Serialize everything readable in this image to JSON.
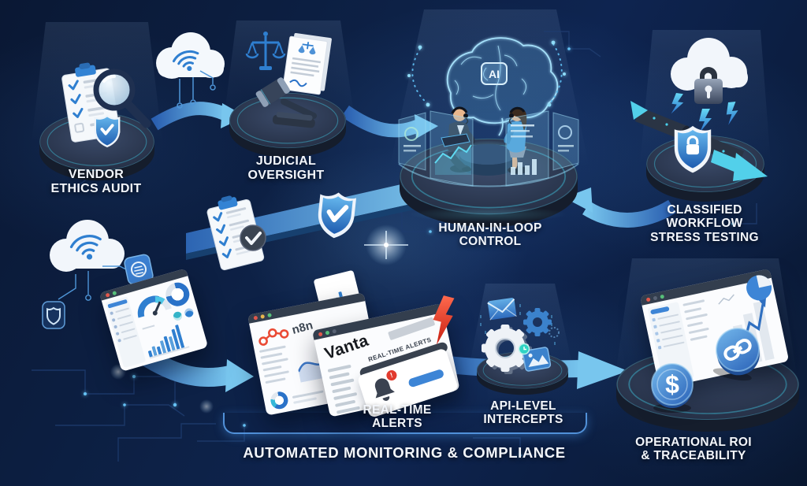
{
  "colors": {
    "background": "#0d2146",
    "accent_blue": "#2f7fd0",
    "cyan": "#4fd4f0",
    "arrow_blue": "#3d85d6",
    "alert_red": "#e23b2e",
    "n8n_logo_red": "#ea4b35",
    "platform_dark": "#28334a",
    "text": "#f3f6fb"
  },
  "stages": {
    "vendor_ethics_audit": {
      "line1": "VENDOR",
      "line2": "ETHICS AUDIT"
    },
    "judicial_oversight": {
      "line1": "JUDICIAL",
      "line2": "OVERSIGHT"
    },
    "human_in_loop": {
      "line1": "HUMAN-IN-LOOP",
      "line2": "CONTROL"
    },
    "classified_stress": {
      "line1": "CLASSIFIED",
      "line2": "WORKFLOW",
      "line3": "STRESS TESTING"
    },
    "real_time_alerts": {
      "line1": "REAL-TIME",
      "line2": "ALERTS"
    },
    "api_intercepts": {
      "line1": "API-LEVEL",
      "line2": "INTERCEPTS"
    },
    "operational_roi": {
      "line1": "OPERATIONAL ROI",
      "line2": "& TRACEABILITY"
    },
    "automated_banner": {
      "line1": "AUTOMATED MONITORING & COMPLIANCE"
    }
  },
  "windows": {
    "n8n": {
      "logo": "n8n"
    },
    "vanta": {
      "logo": "Vanta",
      "alert_banner": "REAL-TIME ALERTS"
    }
  },
  "ai_chip": {
    "label": "AI"
  },
  "alert_badge": {
    "text": "!"
  },
  "coin": {
    "dollar": "$"
  }
}
